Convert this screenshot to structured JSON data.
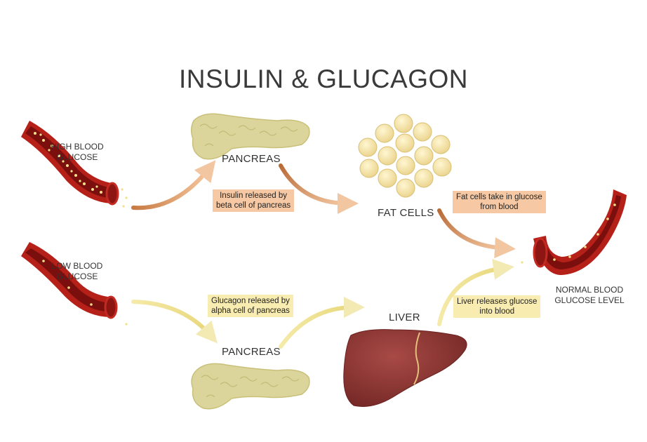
{
  "title": "INSULIN & GLUCAGON",
  "states": {
    "high": "HIGH BLOOD\nGLUCOSE",
    "low": "LOW BLOOD\nGLUCOSE",
    "normal": "NORMAL BLOOD\nGLUCOSE LEVEL"
  },
  "organs": {
    "pancreas_top": "PANCREAS",
    "pancreas_bottom": "PANCREAS",
    "fat_cells": "FAT CELLS",
    "liver": "LIVER"
  },
  "notes": {
    "insulin": "Insulin released by\nbeta cell of pancreas",
    "fat_uptake": "Fat cells take in glucose\nfrom blood",
    "glucagon": "Glucagon released by\nalpha cell of pancreas",
    "liver_release": "Liver releases glucose\ninto blood"
  },
  "colors": {
    "vessel": "#b52019",
    "vessel_inner": "#7a0f0d",
    "glucose_dot": "#f3e08a",
    "pancreas": "#dcd59b",
    "fat_cell": "#f7e6a6",
    "liver": "#8b3432",
    "insulin_arrow": "#d98a4f",
    "glucagon_arrow": "#efe08a"
  }
}
